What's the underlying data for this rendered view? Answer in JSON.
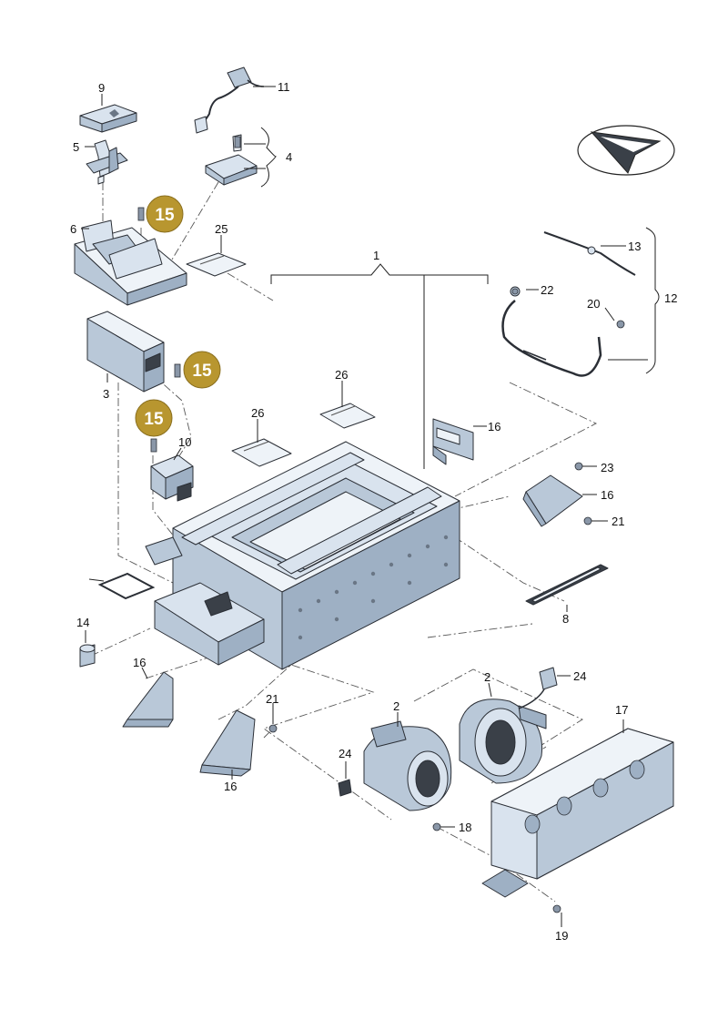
{
  "diagram": {
    "badge_color": "#b8962f",
    "labels": {
      "n1": "1",
      "n2a": "2",
      "n2b": "2",
      "n3": "3",
      "n4": "4",
      "n5": "5",
      "n6": "6",
      "n8": "8",
      "n9": "9",
      "n10": "10",
      "n11": "11",
      "n12": "12",
      "n13": "13",
      "n14": "14",
      "n16a": "16",
      "n16b": "16",
      "n16c": "16",
      "n16d": "16",
      "n17": "17",
      "n18": "18",
      "n19": "19",
      "n20": "20",
      "n21a": "21",
      "n21b": "21",
      "n22": "22",
      "n23": "23",
      "n24a": "24",
      "n24b": "24",
      "n25": "25",
      "n26a": "26",
      "n26b": "26"
    },
    "badges": {
      "b1": "15",
      "b2": "15",
      "b3": "15"
    },
    "icons": {
      "compass": "direction-arrow-icon"
    }
  }
}
